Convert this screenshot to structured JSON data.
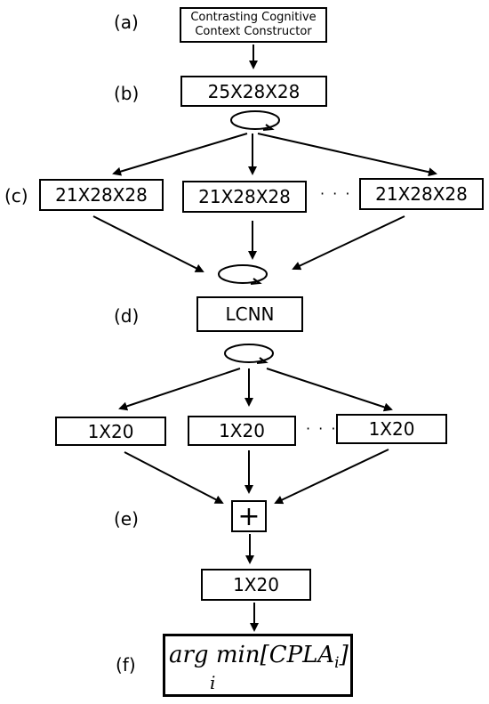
{
  "labels": {
    "a": "(a)",
    "b": "(b)",
    "c": "(c)",
    "d": "(d)",
    "e": "(e)",
    "f": "(f)"
  },
  "constructor_box": {
    "line1": "Contrasting Cognitive",
    "line2": "Context Constructor"
  },
  "input_tensor": "25X28X28",
  "context_tensors": [
    "21X28X28",
    "21X28X28",
    "21X28X28"
  ],
  "model": "LCNN",
  "embeddings": [
    "1X20",
    "1X20",
    "1X20"
  ],
  "sum_symbol": "+",
  "output_embedding": "1X20",
  "ellipsis": "· · ·",
  "objective": {
    "operator": "arg min[CPLA",
    "subscript": "i",
    "close": "]",
    "below": "i"
  }
}
